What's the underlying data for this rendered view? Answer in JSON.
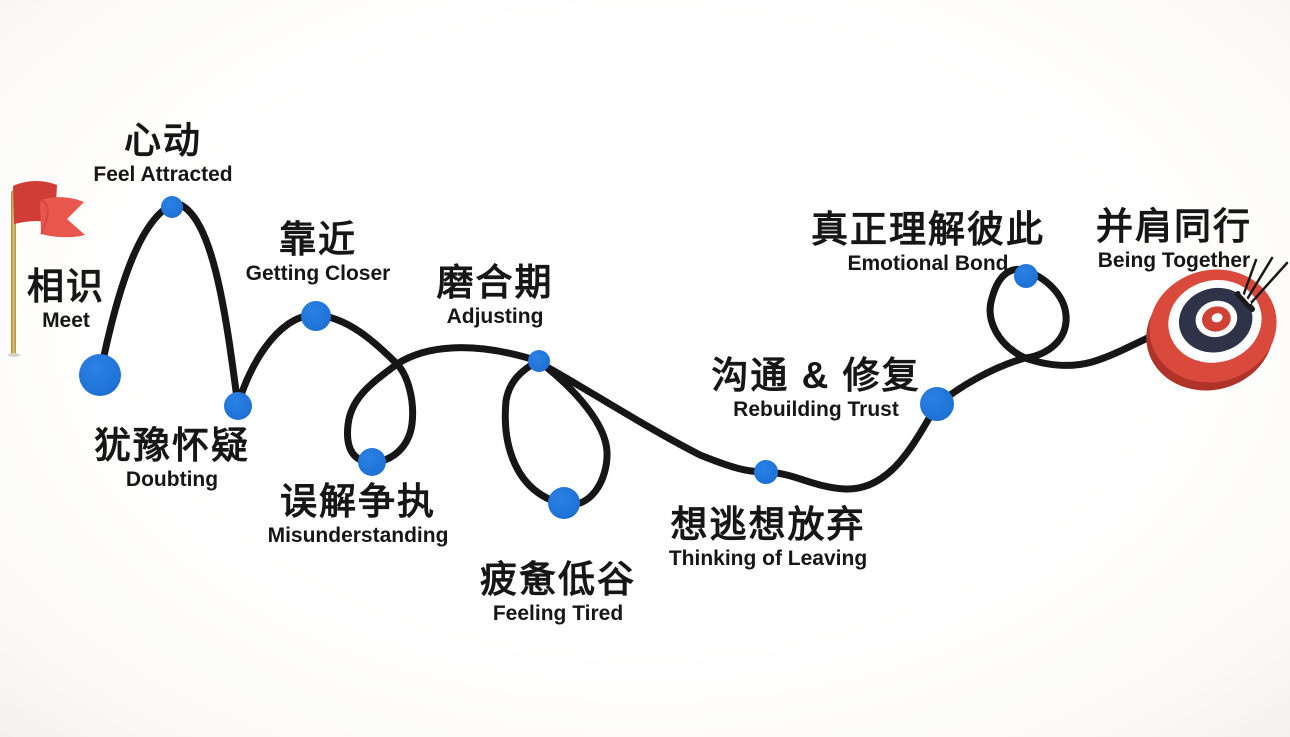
{
  "diagram": {
    "description": "relationship-journey-path",
    "stages": [
      {
        "id": "meet",
        "zh": "相识",
        "en": "Meet"
      },
      {
        "id": "feel-attracted",
        "zh": "心动",
        "en": "Feel Attracted"
      },
      {
        "id": "doubting",
        "zh": "犹豫怀疑",
        "en": "Doubting"
      },
      {
        "id": "getting-closer",
        "zh": "靠近",
        "en": "Getting Closer"
      },
      {
        "id": "misunderstanding",
        "zh": "误解争执",
        "en": "Misunderstanding"
      },
      {
        "id": "adjusting",
        "zh": "磨合期",
        "en": "Adjusting"
      },
      {
        "id": "feeling-tired",
        "zh": "疲惫低谷",
        "en": "Feeling Tired"
      },
      {
        "id": "thinking-of-leaving",
        "zh": "想逃想放弃",
        "en": "Thinking of Leaving"
      },
      {
        "id": "rebuilding-trust",
        "zh": "沟通 & 修复",
        "en": "Rebuilding Trust"
      },
      {
        "id": "emotional-bond",
        "zh": "真正理解彼此",
        "en": "Emotional Bond"
      },
      {
        "id": "being-together",
        "zh": "并肩同行",
        "en": "Being Together"
      }
    ],
    "icons": {
      "start": "red-flag-icon",
      "end": "dartboard-target-icon"
    },
    "colors": {
      "path": "#161616",
      "dot_blue": "#1f72d6",
      "flag_red": "#e2514b",
      "flag_red_dark": "#d03d36",
      "pole_gold": "#c9a550",
      "target_red": "#d94a3c",
      "target_navy": "#2e3347",
      "target_depth_red": "#b03329"
    }
  }
}
